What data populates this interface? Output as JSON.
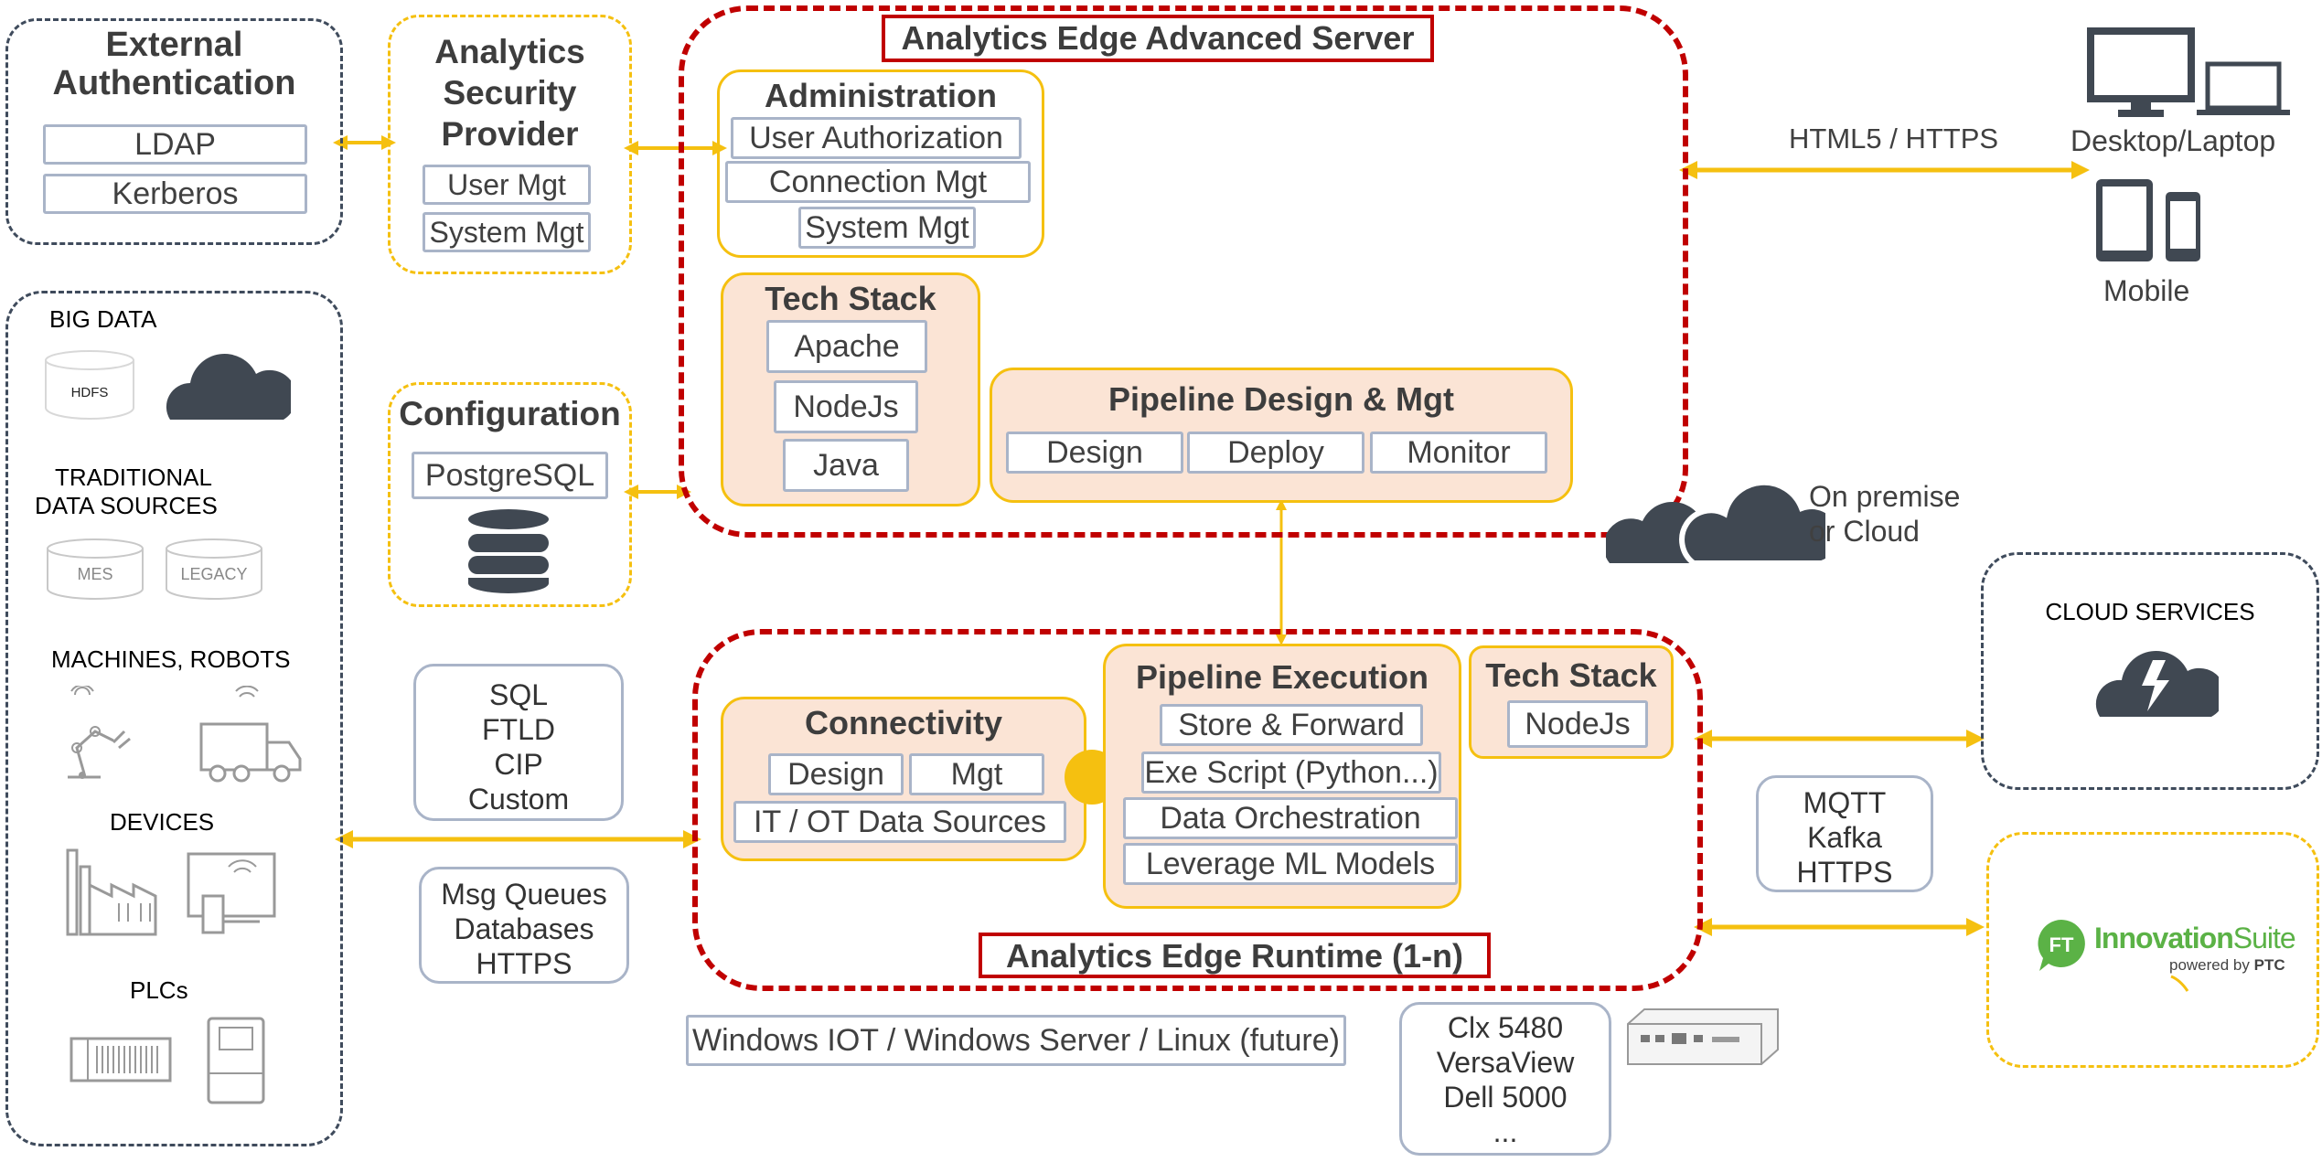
{
  "ext_auth": {
    "title_line1": "External",
    "title_line2": "Authentication",
    "items": [
      "LDAP",
      "Kerberos"
    ]
  },
  "security": {
    "title_line1": "Analytics",
    "title_line2": "Security",
    "title_line3": "Provider",
    "items": [
      "User Mgt",
      "System Mgt"
    ]
  },
  "configuration": {
    "title": "Configuration",
    "db": "PostgreSQL"
  },
  "sources": {
    "big_data": "BIG DATA",
    "hdfs": "HDFS",
    "traditional_line1": "TRADITIONAL",
    "traditional_line2": "DATA SOURCES",
    "mes": "MES",
    "legacy": "LEGACY",
    "machines": "MACHINES, ROBOTS",
    "devices": "DEVICES",
    "plcs": "PLCs"
  },
  "protocols_left_top": [
    "SQL",
    "FTLD",
    "CIP",
    "Custom"
  ],
  "protocols_left_bottom": [
    "Msg Queues",
    "Databases",
    "HTTPS"
  ],
  "server": {
    "title": "Analytics Edge Advanced Server",
    "administration": {
      "title": "Administration",
      "items": [
        "User Authorization",
        "Connection Mgt",
        "System Mgt"
      ]
    },
    "tech_stack": {
      "title": "Tech Stack",
      "items": [
        "Apache",
        "NodeJs",
        "Java"
      ]
    },
    "pipeline": {
      "title": "Pipeline Design & Mgt",
      "items": [
        "Design",
        "Deploy",
        "Monitor"
      ]
    }
  },
  "cloud_label_line1": "On premise",
  "cloud_label_line2": "or Cloud",
  "html5": "HTML5 / HTTPS",
  "desktop": "Desktop/Laptop",
  "mobile": "Mobile",
  "runtime": {
    "title": "Analytics Edge Runtime (1-n)",
    "connectivity": {
      "title": "Connectivity",
      "items": [
        "Design",
        "Mgt",
        "IT / OT Data Sources"
      ]
    },
    "execution": {
      "title": "Pipeline Execution",
      "items": [
        "Store & Forward",
        "Exe Script (Python...)",
        "Data Orchestration",
        "Leverage ML Models"
      ]
    },
    "tech_stack": {
      "title": "Tech Stack",
      "items": [
        "NodeJs"
      ]
    }
  },
  "cloud_services": "CLOUD SERVICES",
  "protocols_right": [
    "MQTT",
    "Kafka",
    "HTTPS"
  ],
  "innovation": {
    "ft": "FT",
    "innovation": "Innovation",
    "suite": "Suite",
    "powered": "powered by",
    "ptc": "PTC"
  },
  "os": "Windows IOT / Windows Server / Linux (future)",
  "hardware": [
    "Clx 5480",
    "VersaView",
    "Dell 5000",
    "..."
  ],
  "colors": {
    "gold": "#f5c010",
    "red": "#c00000",
    "navy": "#3f4b5c",
    "peach": "#fbe4d5",
    "chip_border": "#a9b4c8"
  }
}
